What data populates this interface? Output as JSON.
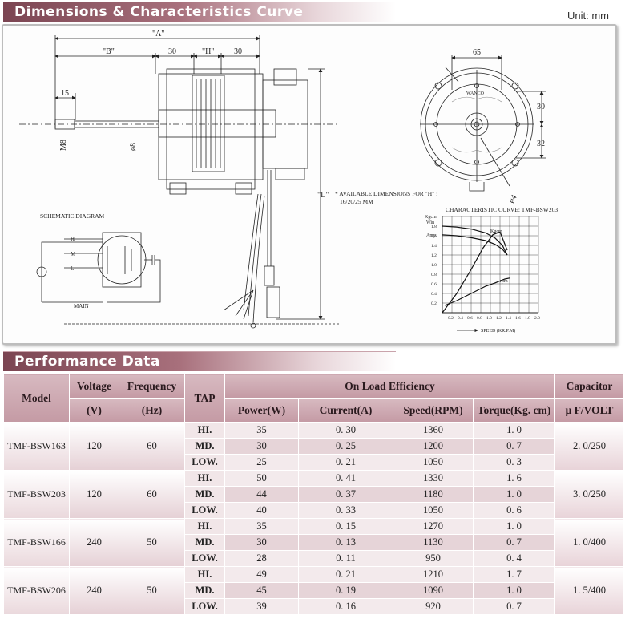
{
  "section1_title": "Dimensions & Characteristics Curve",
  "unit": "Unit: mm",
  "section2_title": "Performance Data",
  "drawing": {
    "dim_A": "\"A\"",
    "dim_B": "\"B\"",
    "dim_H": "\"H\"",
    "dim_30a": "30",
    "dim_30b": "30",
    "dim_15": "15",
    "dim_M8": "M8",
    "dim_phi8": "ø8",
    "dim_L": "\"L\"",
    "dim_65": "65",
    "dim_30c": "30",
    "dim_32": "32",
    "dim_phi4": "ø4",
    "brand": "WANCO",
    "note1": "* AVAILABLE DIMENSIONS FOR \"H\" :",
    "note2": "16/20/25 MM",
    "schematic_title": "SCHEMATIC DIAGRAM",
    "sch_H": "H",
    "sch_M": "M",
    "sch_L": "L",
    "sch_main": "MAIN"
  },
  "chart_data": {
    "type": "line",
    "title": "CHARACTERISTIC CURVE: TMF-BSW203",
    "ylabel": "Kgcm",
    "xlabel": "SPEED (KR.P.M)",
    "x_ticks": [
      "0.2",
      "0.4",
      "0.6",
      "0.8",
      "1.0",
      "1.2",
      "1.4",
      "1.6",
      "1.8",
      "2.0"
    ],
    "y_ticks": [
      "1.8",
      "1.6",
      "1.4",
      "1.2",
      "1.0",
      "0.8",
      "0.6",
      "0.4",
      "0.2"
    ],
    "xlim": [
      0,
      2.0
    ],
    "ylim": [
      0,
      2.0
    ],
    "labels": {
      "win": "Win",
      "amp": "Amp",
      "kgcm": "Kgcm",
      "rpm": "rpm"
    },
    "series": [
      {
        "name": "Win",
        "x": [
          0.0,
          0.3,
          0.6,
          0.9,
          1.1,
          1.25,
          1.35
        ],
        "y": [
          1.8,
          1.78,
          1.74,
          1.66,
          1.55,
          1.4,
          1.2
        ]
      },
      {
        "name": "Amp",
        "x": [
          0.0,
          0.3,
          0.6,
          0.9,
          1.1,
          1.25,
          1.35
        ],
        "y": [
          1.62,
          1.6,
          1.56,
          1.5,
          1.42,
          1.32,
          1.2
        ]
      },
      {
        "name": "Kgcm",
        "x": [
          0.0,
          0.3,
          0.6,
          0.85,
          1.05,
          1.2,
          1.35
        ],
        "y": [
          0.0,
          0.4,
          0.9,
          1.35,
          1.62,
          1.68,
          1.3
        ]
      },
      {
        "name": "rpm",
        "x": [
          0.05,
          0.3,
          0.6,
          0.9,
          1.1,
          1.3,
          1.4
        ],
        "y": [
          0.15,
          0.25,
          0.4,
          0.55,
          0.62,
          0.7,
          0.72
        ]
      }
    ]
  },
  "table": {
    "h_model": "Model",
    "h_voltage": "Voltage",
    "h_frequency": "Frequency",
    "h_tap": "TAP",
    "h_onload": "On Load   Efficiency",
    "h_capacitor": "Capacitor",
    "h_v": "(V)",
    "h_hz": "(Hz)",
    "h_power": "Power(W)",
    "h_current": "Current(A)",
    "h_speed": "Speed(RPM)",
    "h_torque": "Torque(Kg. cm)",
    "h_cap_unit": "μ F/VOLT",
    "models": [
      {
        "name": "TMF-BSW163",
        "voltage": "120",
        "frequency": "60",
        "capacitor": "2. 0/250",
        "rows": [
          {
            "tap": "HI.",
            "power": "35",
            "current": "0. 30",
            "speed": "1360",
            "torque": "1. 0"
          },
          {
            "tap": "MD.",
            "power": "30",
            "current": "0. 25",
            "speed": "1200",
            "torque": "0. 7"
          },
          {
            "tap": "LOW.",
            "power": "25",
            "current": "0. 21",
            "speed": "1050",
            "torque": "0. 3"
          }
        ]
      },
      {
        "name": "TMF-BSW203",
        "voltage": "120",
        "frequency": "60",
        "capacitor": "3. 0/250",
        "rows": [
          {
            "tap": "HI.",
            "power": "50",
            "current": "0. 41",
            "speed": "1330",
            "torque": "1. 6"
          },
          {
            "tap": "MD.",
            "power": "44",
            "current": "0. 37",
            "speed": "1180",
            "torque": "1. 0"
          },
          {
            "tap": "LOW.",
            "power": "40",
            "current": "0. 33",
            "speed": "1050",
            "torque": "0. 6"
          }
        ]
      },
      {
        "name": "TMF-BSW166",
        "voltage": "240",
        "frequency": "50",
        "capacitor": "1. 0/400",
        "rows": [
          {
            "tap": "HI.",
            "power": "35",
            "current": "0. 15",
            "speed": "1270",
            "torque": "1. 0"
          },
          {
            "tap": "MD.",
            "power": "30",
            "current": "0. 13",
            "speed": "1130",
            "torque": "0. 7"
          },
          {
            "tap": "LOW.",
            "power": "28",
            "current": "0. 11",
            "speed": "950",
            "torque": "0. 4"
          }
        ]
      },
      {
        "name": "TMF-BSW206",
        "voltage": "240",
        "frequency": "50",
        "capacitor": "1. 5/400",
        "rows": [
          {
            "tap": "HI.",
            "power": "49",
            "current": "0. 21",
            "speed": "1210",
            "torque": "1. 7"
          },
          {
            "tap": "MD.",
            "power": "45",
            "current": "0. 19",
            "speed": "1090",
            "torque": "1. 0"
          },
          {
            "tap": "LOW.",
            "power": "39",
            "current": "0. 16",
            "speed": "920",
            "torque": "0. 7"
          }
        ]
      }
    ]
  },
  "colors": {
    "header_band": "#7b4552",
    "table_header": "#c49aa4",
    "table_cell": "#f1e6e8"
  }
}
